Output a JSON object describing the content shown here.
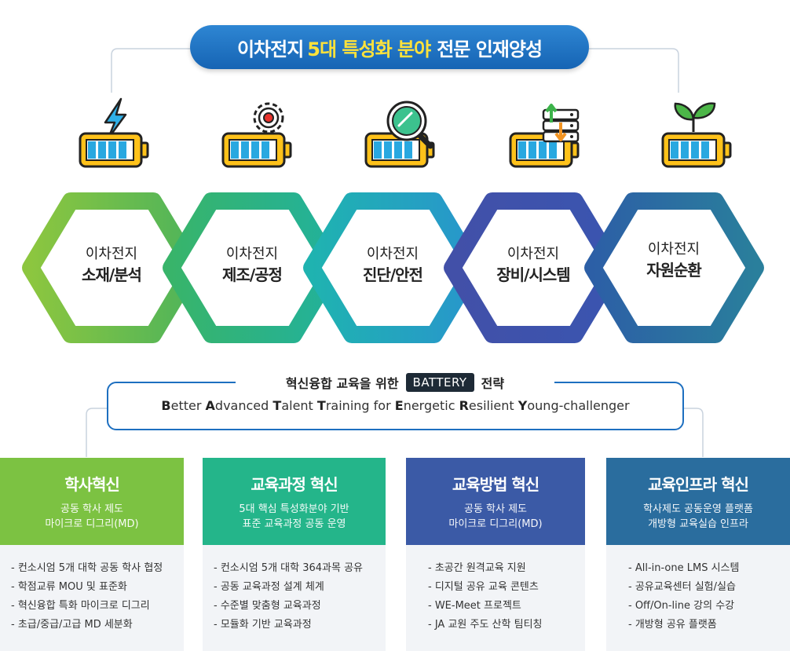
{
  "title": {
    "part1": "이차전지",
    "highlight": "5대 특성화 분야",
    "part2": "전문 인재양성"
  },
  "colors": {
    "title_bg": "#1664b4",
    "title_highlight": "#ffe23a",
    "green": "#7cc242",
    "teal": "#24b58a",
    "cyan": "#1aa5c4",
    "indigo": "#3f4fa6",
    "deep_blue": "#2a6d9e",
    "battery_fill": "#29a8e0",
    "battery_body": "#ffc21a"
  },
  "fields": [
    {
      "line1": "이차전지",
      "line2": "소재/분석",
      "icon": "lightning-icon"
    },
    {
      "line1": "이차전지",
      "line2": "제조/공정",
      "icon": "gear-icon"
    },
    {
      "line1": "이차전지",
      "line2": "진단/안전",
      "icon": "magnifier-icon"
    },
    {
      "line1": "이차전지",
      "line2": "장비/시스템",
      "icon": "server-icon"
    },
    {
      "line1": "이차전지",
      "line2": "자원순환",
      "icon": "sprout-icon"
    }
  ],
  "battery_strategy": {
    "heading_pre": "혁신융합 교육을 위한",
    "chip": "BATTERY",
    "heading_post": "전략",
    "words": [
      {
        "initial": "B",
        "rest": "etter"
      },
      {
        "initial": "A",
        "rest": "dvanced"
      },
      {
        "initial": "T",
        "rest": "alent"
      },
      {
        "initial": "T",
        "rest": "raining"
      },
      {
        "initial": "",
        "rest": "for"
      },
      {
        "initial": "E",
        "rest": "nergetic"
      },
      {
        "initial": "R",
        "rest": "esilient"
      },
      {
        "initial": "Y",
        "rest": "oung-challenger"
      }
    ]
  },
  "innovations": [
    {
      "title": "학사혁신",
      "sub1": "공동 학사 제도",
      "sub2": "마이크로 디그리(MD)",
      "items": [
        "- 컨소시엄 5개 대학 공동 학사 협정",
        "- 학점교류 MOU 및 표준화",
        "- 혁신융합 특화 마이크로 디그리",
        "- 초급/중급/고급 MD 세분화"
      ]
    },
    {
      "title": "교육과정 혁신",
      "sub1": "5대 핵심 특성화분야 기반",
      "sub2": "표준 교육과정 공동 운영",
      "items": [
        "- 컨소시엄 5개 대학 364과목 공유",
        "- 공동 교육과정 설계 체계",
        "- 수준별 맞춤형 교육과정",
        "- 모듈화 기반 교육과정"
      ]
    },
    {
      "title": "교육방법 혁신",
      "sub1": "공동 학사 제도",
      "sub2": "마이크로 디그리(MD)",
      "items": [
        "- 초공간 원격교육 지원",
        "- 디지털 공유 교육 콘텐츠",
        "- WE-Meet 프로젝트",
        "- JA 교원 주도 산학 팀티칭"
      ]
    },
    {
      "title": "교육인프라 혁신",
      "sub1": "학사제도 공동운영 플랫폼",
      "sub2": "개방형 교육실습 인프라",
      "items": [
        "- All-in-one LMS 시스템",
        "- 공유교육센터 실험/실습",
        "- Off/On-line 강의 수강",
        "- 개방형 공유 플랫폼"
      ]
    }
  ]
}
